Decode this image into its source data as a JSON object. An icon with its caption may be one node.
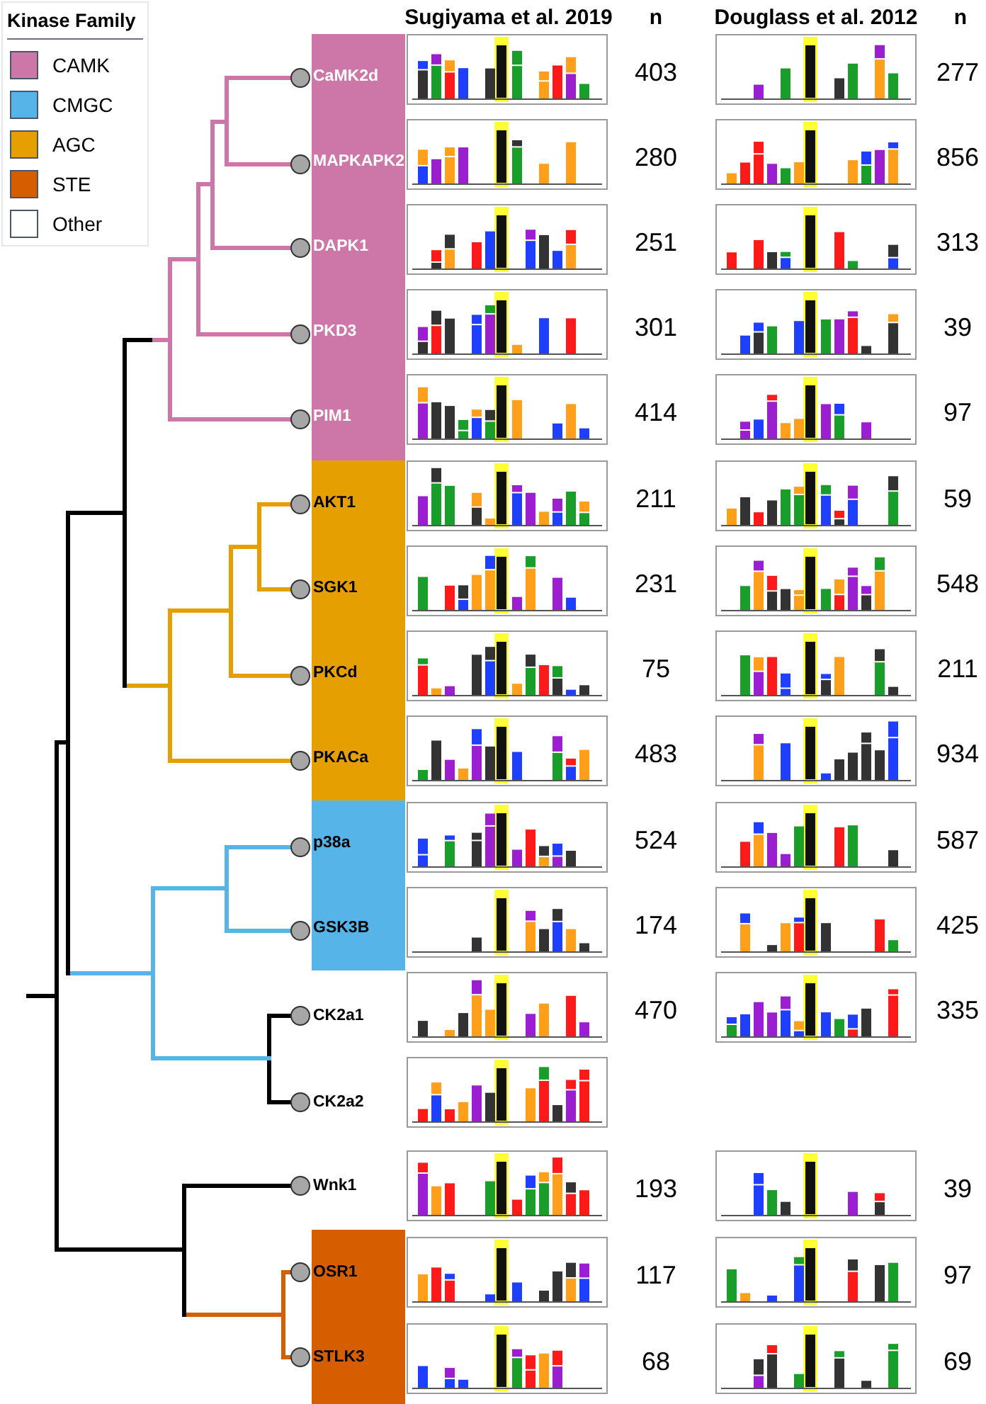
{
  "diagram": {
    "nodes": [
      {
        "text": [],
        "shape": "box"
      },
      {
        "text": [
          "CaMK2d"
        ],
        "in": 0
      },
      {
        "text": [
          "MAPKAPK2"
        ],
        "in": 0
      },
      {
        "text": [
          "DAPK1"
        ],
        "in": 0
      },
      {
        "text": [
          "PKD3"
        ],
        "in": 0
      },
      {
        "text": [
          "PIM1"
        ],
        "in": 0
      },
      {
        "text": [],
        "shape": "box"
      },
      {
        "text": [
          "AKT1"
        ],
        "in": 6
      },
      {
        "text": [
          "SGK1"
        ],
        "in": 6
      },
      {
        "text": [
          "PKCd"
        ],
        "in": 6
      },
      {
        "text": [
          "PKACa"
        ],
        "in": 6
      },
      {
        "text": [],
        "shape": "box"
      },
      {
        "text": [
          "p38a"
        ],
        "in": 11
      },
      {
        "text": [
          "GSK3B"
        ],
        "in": 11
      },
      {
        "text": [
          "CK2a1"
        ]
      },
      {
        "text": [
          "CK2a2"
        ]
      },
      {
        "text": [
          "Wnk1"
        ]
      },
      {
        "text": [],
        "shape": "box"
      },
      {
        "text": [
          "OSR1"
        ],
        "in": 17
      },
      {
        "text": [
          "STLK3"
        ],
        "in": 17
      }
    ],
    "labels": [
      "Kinase Family",
      "Sugiyama et al. 2019",
      "n",
      "Douglass et al. 2012",
      "n",
      "403",
      "277",
      "280",
      "856",
      "251",
      "313",
      "301",
      "39",
      "414",
      "97",
      "211",
      "59",
      "231",
      "548",
      "75",
      "211",
      "483",
      "934",
      "524",
      "587",
      "174",
      "425",
      "470",
      "335",
      "193",
      "39",
      "117",
      "97",
      "68",
      "69"
    ],
    "legend": [
      {
        "text": "CAMK",
        "color": "#cc77a8"
      },
      {
        "text": "CMGC",
        "color": "#56b4e9"
      },
      {
        "text": "AGC",
        "color": "#e69f00"
      },
      {
        "text": "STE",
        "color": "#d55e00"
      },
      {
        "text": "Other",
        "color": "#ffffff"
      }
    ]
  }
}
